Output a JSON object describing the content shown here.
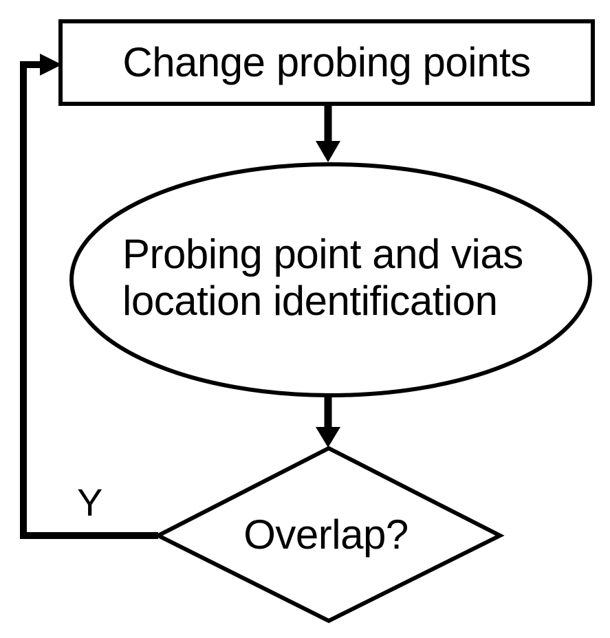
{
  "diagram": {
    "colors": {
      "stroke": "#000000",
      "background": "#ffffff"
    },
    "nodes": {
      "change_points": {
        "shape": "rectangle",
        "label": "Change probing points"
      },
      "identification": {
        "shape": "ellipse",
        "label_lines": [
          "Probing point and vias",
          "location identification"
        ]
      },
      "overlap": {
        "shape": "diamond",
        "label": "Overlap?"
      }
    },
    "edges": [
      {
        "from": "change_points",
        "to": "identification",
        "type": "arrow",
        "label": ""
      },
      {
        "from": "identification",
        "to": "overlap",
        "type": "arrow",
        "label": ""
      },
      {
        "from": "overlap",
        "to": "change_points",
        "type": "arrow",
        "label": "Y"
      }
    ]
  }
}
